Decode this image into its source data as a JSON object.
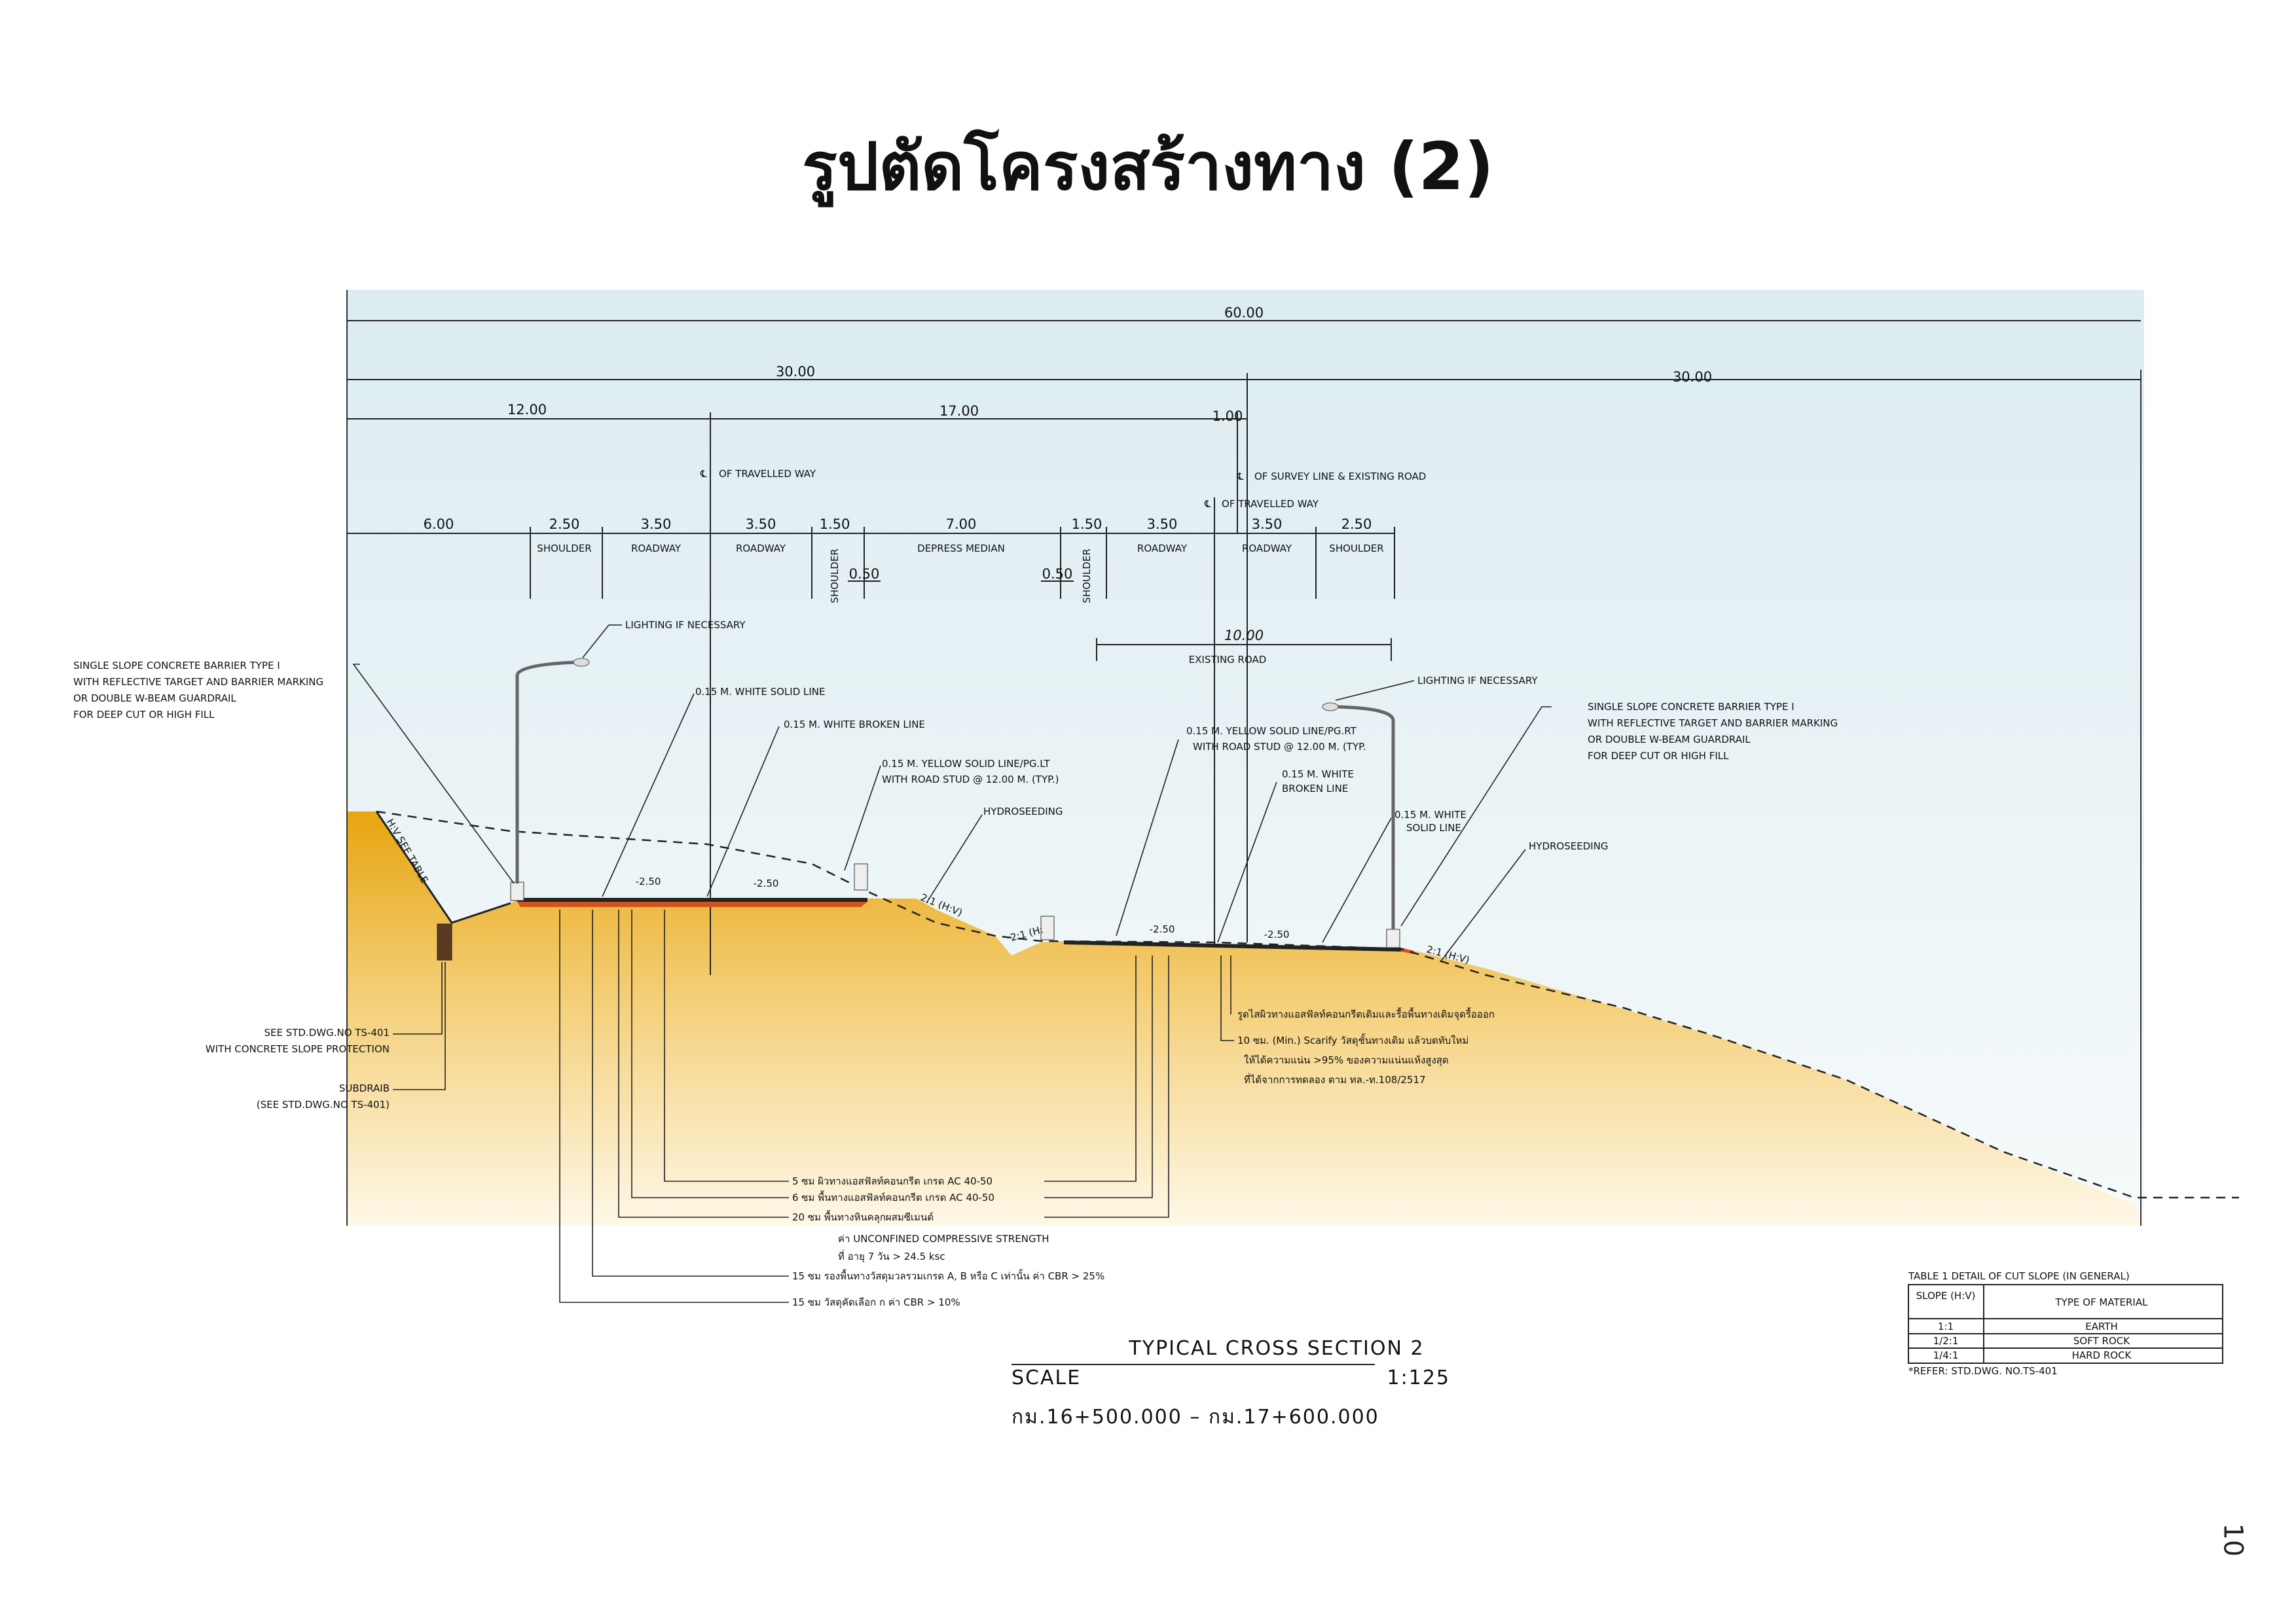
{
  "title": "รูปตัดโครงสร้างทาง (2)",
  "page_number": "10",
  "colors": {
    "sky_top": "#dcecf1",
    "sky_bottom": "#f4f9fb",
    "soil_top": "#e8a90e",
    "soil_bottom": "#fdf4dc",
    "road": "#222222",
    "road_base": "#d2541c"
  },
  "dimensions": {
    "total": "60.00",
    "left_half": "30.00",
    "right_half": "30.00",
    "left_12": "12.00",
    "median_17": "17.00",
    "offset_1": "1.00",
    "d_6": "6.00",
    "d_250a": "2.50",
    "d_350a": "3.50",
    "d_350b": "3.50",
    "d_150a": "1.50",
    "d_700": "7.00",
    "d_150b": "1.50",
    "d_350c": "3.50",
    "d_350d": "3.50",
    "d_250b": "2.50",
    "d_050a": "0.50",
    "d_050b": "0.50",
    "existing_10": "10.00",
    "slope_250a": "-2.50",
    "slope_250b": "-2.50",
    "slope_250c": "-2.50",
    "slope_250d": "-2.50"
  },
  "zone_labels": {
    "shoulder_l": "SHOULDER",
    "roadway_l1": "ROADWAY",
    "roadway_l2": "ROADWAY",
    "shoulder_ml": "SHOULDER",
    "median": "DEPRESS MEDIAN",
    "shoulder_mr": "SHOULDER",
    "roadway_r1": "ROADWAY",
    "roadway_r2": "ROADWAY",
    "shoulder_r": "SHOULDER",
    "existing_road": "EXISTING ROAD"
  },
  "centerlines": {
    "travelled_left": "OF TRAVELLED WAY",
    "survey": "OF SURVEY LINE & EXISTING ROAD",
    "travelled_right": "OF TRAVELLED WAY"
  },
  "annotations": {
    "lighting_left": "LIGHTING IF NECESSARY",
    "lighting_right": "LIGHTING IF NECESSARY",
    "barrier_left": [
      "SINGLE SLOPE CONCRETE BARRIER TYPE I",
      "WITH REFLECTIVE TARGET AND BARRIER MARKING",
      "OR DOUBLE W-BEAM GUARDRAIL",
      "FOR DEEP CUT OR HIGH FILL"
    ],
    "barrier_right": [
      "SINGLE SLOPE CONCRETE BARRIER TYPE I",
      "WITH REFLECTIVE TARGET AND BARRIER MARKING",
      "OR DOUBLE W-BEAM GUARDRAIL",
      "FOR DEEP CUT OR HIGH FILL"
    ],
    "white_solid_left": "0.15 M. WHITE  SOLID LINE",
    "white_broken_left": "0.15 M. WHITE BROKEN LINE",
    "yellow_left": [
      "0.15 M. YELLOW SOLID LINE/PG.LT",
      "WITH ROAD STUD @ 12.00 M. (TYP.)"
    ],
    "hydroseeding_left": "HYDROSEEDING",
    "yellow_right": [
      "0.15 M. YELLOW SOLID LINE/PG.RT",
      "WITH ROAD STUD @ 12.00 M. (TYP."
    ],
    "white_broken_right": [
      "0.15 M. WHITE",
      "BROKEN LINE"
    ],
    "white_solid_right": [
      "0.15 M. WHITE",
      "SOLID LINE"
    ],
    "hydroseeding_right": "HYDROSEEDING",
    "hv_table": "H:V SEE TABLE",
    "slope_21a": "2:1 (H:V)",
    "slope_21b": "2:1 (H:",
    "slope_21c": "2:1 (H:V)",
    "std_ts401": [
      "SEE STD.DWG.NO TS-401",
      "WITH CONCRETE SLOPE PROTECTION"
    ],
    "subdrain": [
      "SUBDRAIB",
      "(SEE STD.DWG.NO TS-401)"
    ],
    "existing_notes": [
      "รูดไสผิวทางแอสฟัลท์คอนกรีตเดิมและรื้อพื้นทางเดิมจุดรื้อออก",
      "10 ซม. (Min.) Scarify วัสดุชั้นทางเดิม แล้วบดทับใหม่",
      "ให้ได้ความแน่น >95% ของความแน่นแห้งสูงสุด",
      "ที่ได้จากการทดลอง ตาม ทล.-ท.108/2517"
    ],
    "layers": [
      "5  ซม  ผิวทางแอสฟัลท์คอนกรีต เกรด AC 40-50",
      "6  ซม  พื้นทางแอสฟัลท์คอนกรีต เกรด AC 40-50",
      "20  ซม  พื้นทางหินคลุกผสมซีเมนต์",
      "ค่า UNCONFINED COMPRESSIVE STRENGTH",
      "ที่ อายุ 7 วัน > 24.5 ksc",
      "15  ซม  รองพื้นทางวัสดุมวลรวมเกรด A, B หรือ C เท่านั้น ค่า CBR > 25%",
      "15  ซม  วัสดุคัดเลือก ก ค่า CBR > 10%"
    ]
  },
  "caption": {
    "name": "TYPICAL CROSS SECTION 2",
    "scale_label": "SCALE",
    "scale_value": "1:125",
    "range": "กม.16+500.000  –  กม.17+600.000"
  },
  "table": {
    "title": "TABLE 1 DETAIL OF CUT SLOPE (IN GENERAL)",
    "headers": [
      "SLOPE (H:V)",
      "TYPE OF MATERIAL"
    ],
    "rows": [
      [
        "1:1",
        "EARTH"
      ],
      [
        "1/2:1",
        "SOFT ROCK"
      ],
      [
        "1/4:1",
        "HARD ROCK"
      ]
    ],
    "refer": "*REFER: STD.DWG. NO.TS-401"
  }
}
